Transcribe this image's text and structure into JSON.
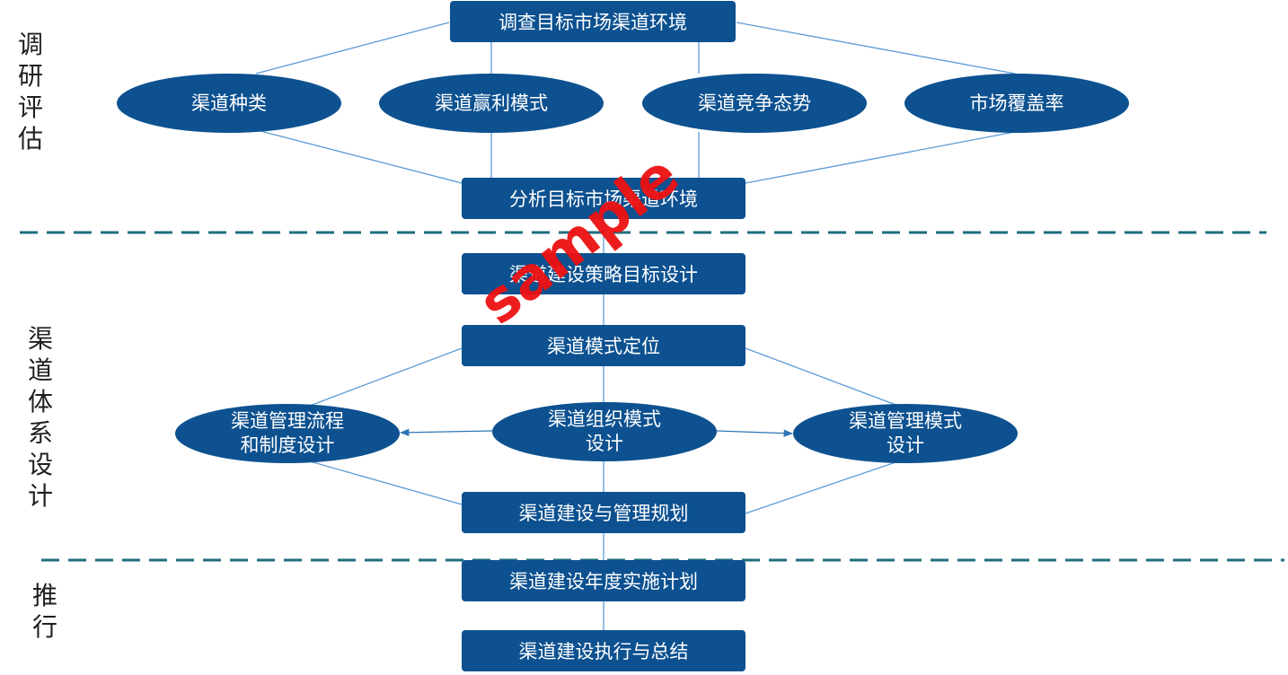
{
  "phases": {
    "research": "调研评估",
    "system": "渠道体系设计",
    "execute": "推行"
  },
  "nodes": {
    "survey": "调查目标市场渠道环境",
    "types": "渠道种类",
    "profit": "渠道赢利模式",
    "competition": "渠道竞争态势",
    "coverage": "市场覆盖率",
    "analyze": "分析目标市场渠道环境",
    "strategy": "渠道建设策略目标设计",
    "positioning": "渠道模式定位",
    "process": "渠道管理流程\n和制度设计",
    "org": "渠道组织模式\n设计",
    "mgmt_mode": "渠道管理模式\n设计",
    "plan": "渠道建设与管理规划",
    "annual": "渠道建设年度实施计划",
    "summary": "渠道建设执行与总结"
  },
  "watermark": "sample",
  "colors": {
    "node_fill": "#0d5190",
    "connector": "#5b9bd5",
    "divider": "#1f6e7e",
    "watermark": "#ee1111"
  }
}
